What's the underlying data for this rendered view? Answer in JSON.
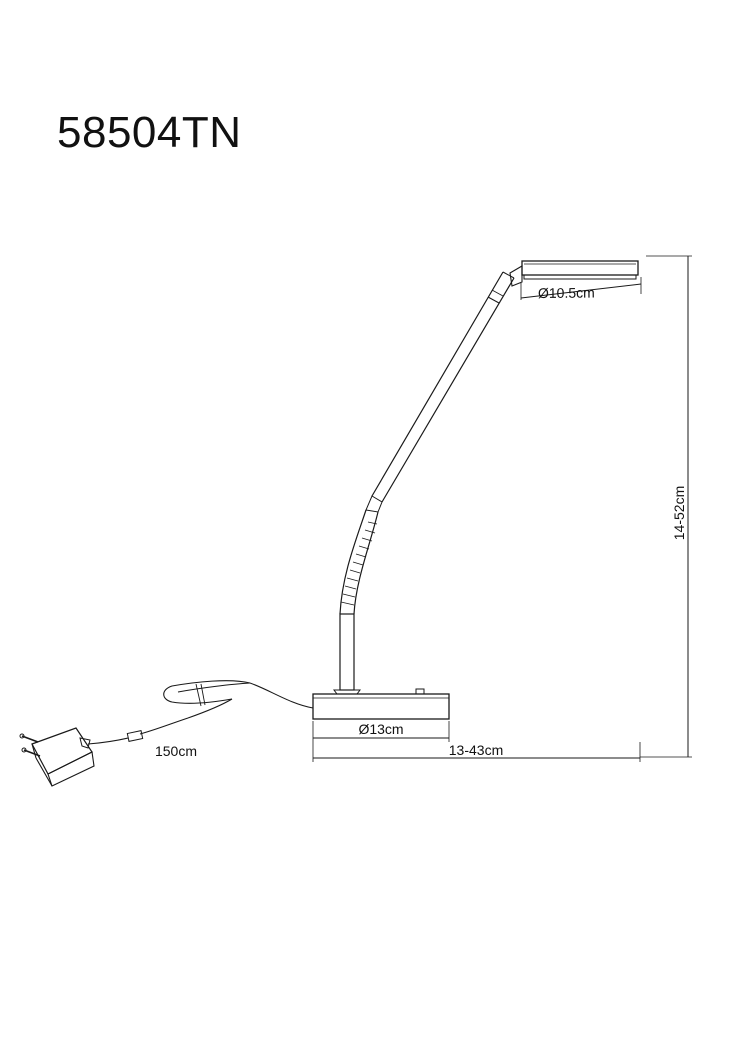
{
  "model": "58504TN",
  "dimensions": {
    "head_diameter": "Ø10.5cm",
    "height_range": "14-52cm",
    "base_diameter": "Ø13cm",
    "reach_range": "13-43cm",
    "cable_length": "150cm"
  }
}
